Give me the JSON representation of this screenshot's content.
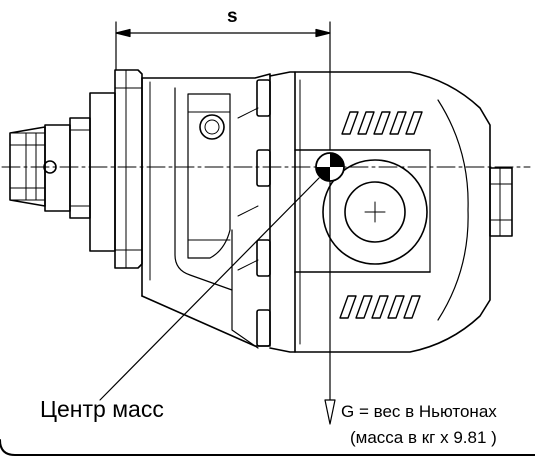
{
  "drawing": {
    "dimension_label": "s",
    "center_of_mass_label": "Центр масс",
    "weight_label": "G = вес в Ньютонах",
    "weight_formula": "(масса в кг x 9.81 )"
  }
}
